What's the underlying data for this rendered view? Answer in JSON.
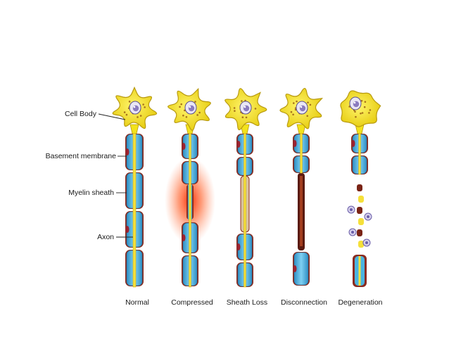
{
  "figure": {
    "structure_labels": {
      "cell_body": "Cell Body",
      "basement_membrane": "Basement membrane",
      "myelin_sheath": "Myelin sheath",
      "axon": "Axon"
    },
    "stages": [
      {
        "id": "normal",
        "label": "Normal"
      },
      {
        "id": "compressed",
        "label": "Compressed"
      },
      {
        "id": "sheath-loss",
        "label": "Sheath Loss"
      },
      {
        "id": "disconnection",
        "label": "Disconnection"
      },
      {
        "id": "degeneration",
        "label": "Degeneration"
      }
    ],
    "colors": {
      "soma": "#f2e21b",
      "soma_outline": "#b89a10",
      "nucleus": "#8a7bbf",
      "myelin": "#4ab3e0",
      "axon": "#f5e03a",
      "membrane": "#8b2a1e",
      "compression": "#ff3a10"
    }
  }
}
